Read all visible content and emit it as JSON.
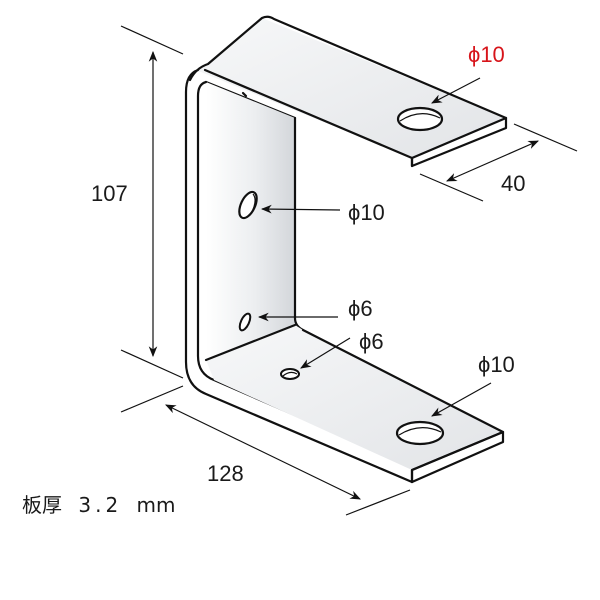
{
  "figure": {
    "subject": "U-shaped (channel) steel bracket with holes",
    "dimensions": {
      "height": "107",
      "length": "128",
      "width": "40"
    },
    "holes": [
      {
        "id": "top-flange-hole",
        "label": "ϕ10",
        "color": "#d7141a"
      },
      {
        "id": "web-upper-hole",
        "label": "ϕ10",
        "color": "#1a1a1a"
      },
      {
        "id": "web-lower-hole",
        "label": "ϕ6",
        "color": "#1a1a1a"
      },
      {
        "id": "bottom-flange-small-hole",
        "label": "ϕ6",
        "color": "#1a1a1a"
      },
      {
        "id": "bottom-flange-hole",
        "label": "ϕ10",
        "color": "#1a1a1a"
      }
    ],
    "note": {
      "label": "板厚",
      "value": "3.2",
      "unit": "mm"
    }
  },
  "colors": {
    "accent_red": "#d7141a",
    "line": "#111111",
    "surface_light": "#f4f5f6",
    "surface_mid": "#e3e5e8",
    "edge_face": "#d9dadc"
  }
}
